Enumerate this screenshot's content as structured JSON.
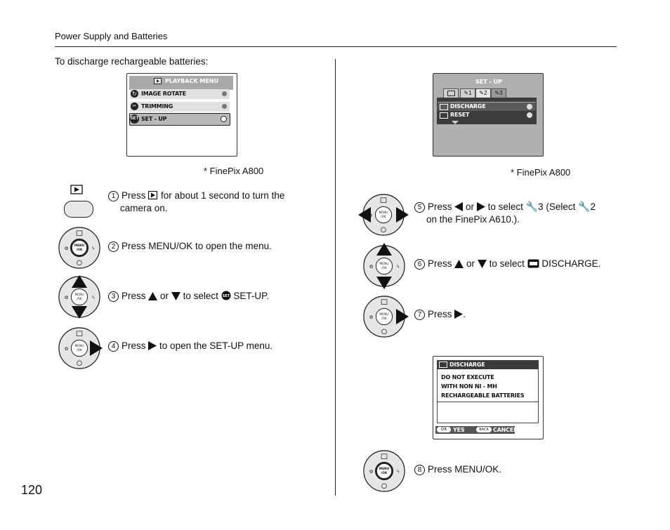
{
  "header": {
    "section_title": "Power Supply and Batteries"
  },
  "page_number": "120",
  "left": {
    "intro": "To discharge rechargeable batteries:",
    "playback_menu": {
      "title": "PLAYBACK MENU",
      "items": [
        {
          "label": "IMAGE ROTATE"
        },
        {
          "label": "TRIMMING"
        },
        {
          "label": "SET - UP",
          "selected": true
        }
      ]
    },
    "caption": "* FinePix A800",
    "steps": [
      {
        "num": "1",
        "pre": "Press",
        "post": "for about 1 second to turn the",
        "line2": "camera on."
      },
      {
        "num": "2",
        "text": "Press MENU/OK to open the menu."
      },
      {
        "num": "3",
        "pre": "Press",
        "mid": "or",
        "post": "to select",
        "tail": "SET-UP."
      },
      {
        "num": "4",
        "pre": "Press",
        "post": "to open the SET-UP menu."
      }
    ]
  },
  "right": {
    "setup_menu": {
      "title": "SET - UP",
      "items": [
        {
          "label": "DISCHARGE"
        },
        {
          "label": "RESET"
        }
      ]
    },
    "caption": "* FinePix A800",
    "steps": [
      {
        "num": "5",
        "pre": "Press",
        "mid": "or",
        "post": "to select",
        "sel": "3",
        "paren": "(Select",
        "sel2": "2",
        "line2": "on the FinePix A610.)."
      },
      {
        "num": "6",
        "pre": "Press",
        "mid": "or",
        "post": "to select",
        "tail": "DISCHARGE."
      },
      {
        "num": "7",
        "pre": "Press",
        "post": "."
      },
      {
        "num": "8",
        "text": "Press MENU/OK."
      }
    ],
    "discharge_dialog": {
      "title": "DISCHARGE",
      "lines": [
        "DO NOT EXECUTE",
        "WITH NON NI - MH",
        "RECHARGEABLE BATTERIES"
      ],
      "ok_key": "OK",
      "ok_label": "YES",
      "back_key": "BACK",
      "back_label": "CANCEL"
    }
  },
  "colors": {
    "lcd_dark": "#3c3c3c",
    "lcd_gray": "#b3b3b3",
    "lcd_light": "#d9d9d9",
    "rule": "#222222"
  }
}
